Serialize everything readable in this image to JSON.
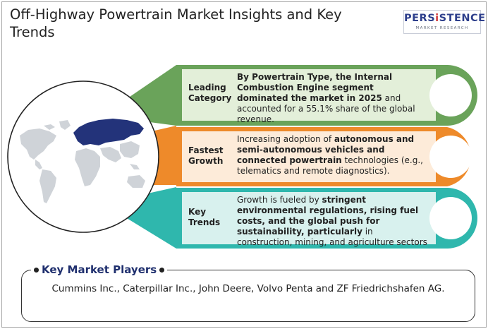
{
  "page": {
    "title": "Off-Highway Powertrain Market Insights and Key Trends"
  },
  "logo": {
    "main_prefix": "PERS",
    "main_accent": "i",
    "main_suffix": "STENCE",
    "sub": "MARKET RESEARCH"
  },
  "cards": [
    {
      "label_line1": "Leading",
      "label_line2": "Category",
      "text_bold": "By Powertrain Type, the Internal Combustion Engine segment dominated the market in 2025",
      "text_normal": " and accounted for a 55.1% share of the global revenue."
    },
    {
      "label_line1": "Fastest",
      "label_line2": "Growth",
      "text_pre": "Increasing adoption of ",
      "text_bold": "autonomous and semi-autonomous vehicles and connected powertrain",
      "text_normal": " technologies (e.g., telematics and remote diagnostics)."
    },
    {
      "label_line1": "Key",
      "label_line2": "Trends",
      "text_pre": "Growth is fueled by ",
      "text_bold": "stringent environmental regulations, rising fuel costs, and the global push for sustainability, particularly",
      "text_normal": " in construction, mining, and agriculture sectors"
    }
  ],
  "players": {
    "title": "Key Market Players",
    "text": "Cummins Inc., Caterpillar Inc., John Deere, Volvo Penta and ZF Friedrichshafen AG."
  },
  "colors": {
    "green": "#6aa35a",
    "green_light": "#e3efd9",
    "orange": "#ee8a2a",
    "orange_light": "#fdebd9",
    "teal": "#2fb7ad",
    "teal_light": "#d8f1ee",
    "map_highlight": "#23337a",
    "map_base": "#cfd3d8"
  }
}
